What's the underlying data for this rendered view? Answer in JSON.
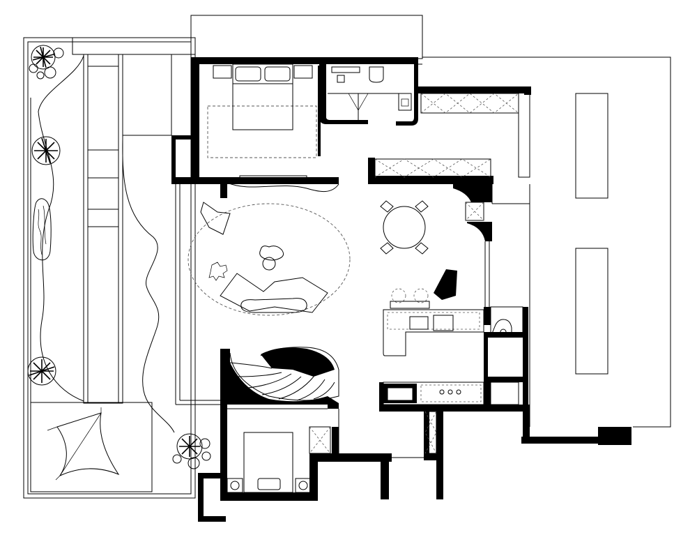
{
  "drawing": {
    "type": "architectural floor plan",
    "style": "black and white line drawing, no text labels",
    "colors": {
      "wall": "#000000",
      "background": "#ffffff",
      "furniture_line": "#000000",
      "hidden_line": "#555555"
    }
  },
  "rooms": [
    {
      "id": "master-bedroom",
      "furniture": [
        "double-bed",
        "two-pillows",
        "dashed-rug"
      ]
    },
    {
      "id": "ensuite-bathroom",
      "furniture": [
        "toilet",
        "shower",
        "basin"
      ]
    },
    {
      "id": "walk-in-closet",
      "furniture": [
        "wardrobe-units"
      ]
    },
    {
      "id": "living-area",
      "furniture": [
        "oval-rug",
        "sofa",
        "lounge-chairs",
        "coffee-table",
        "side-table"
      ]
    },
    {
      "id": "dining-area",
      "furniture": [
        "round-table",
        "four-chairs"
      ]
    },
    {
      "id": "kitchen",
      "furniture": [
        "island-counter",
        "sink",
        "hob",
        "bar-stools",
        "counter-run"
      ]
    },
    {
      "id": "staircase",
      "furniture": [
        "curved-stair"
      ]
    },
    {
      "id": "second-bedroom",
      "furniture": [
        "bed",
        "nightstands"
      ]
    },
    {
      "id": "powder-room",
      "furniture": [
        "toilet"
      ]
    },
    {
      "id": "garden-terrace",
      "furniture": [
        "trees",
        "shrubs",
        "planter",
        "sail-shade"
      ]
    },
    {
      "id": "exterior-deck",
      "furniture": [
        "bench-planters"
      ]
    }
  ]
}
